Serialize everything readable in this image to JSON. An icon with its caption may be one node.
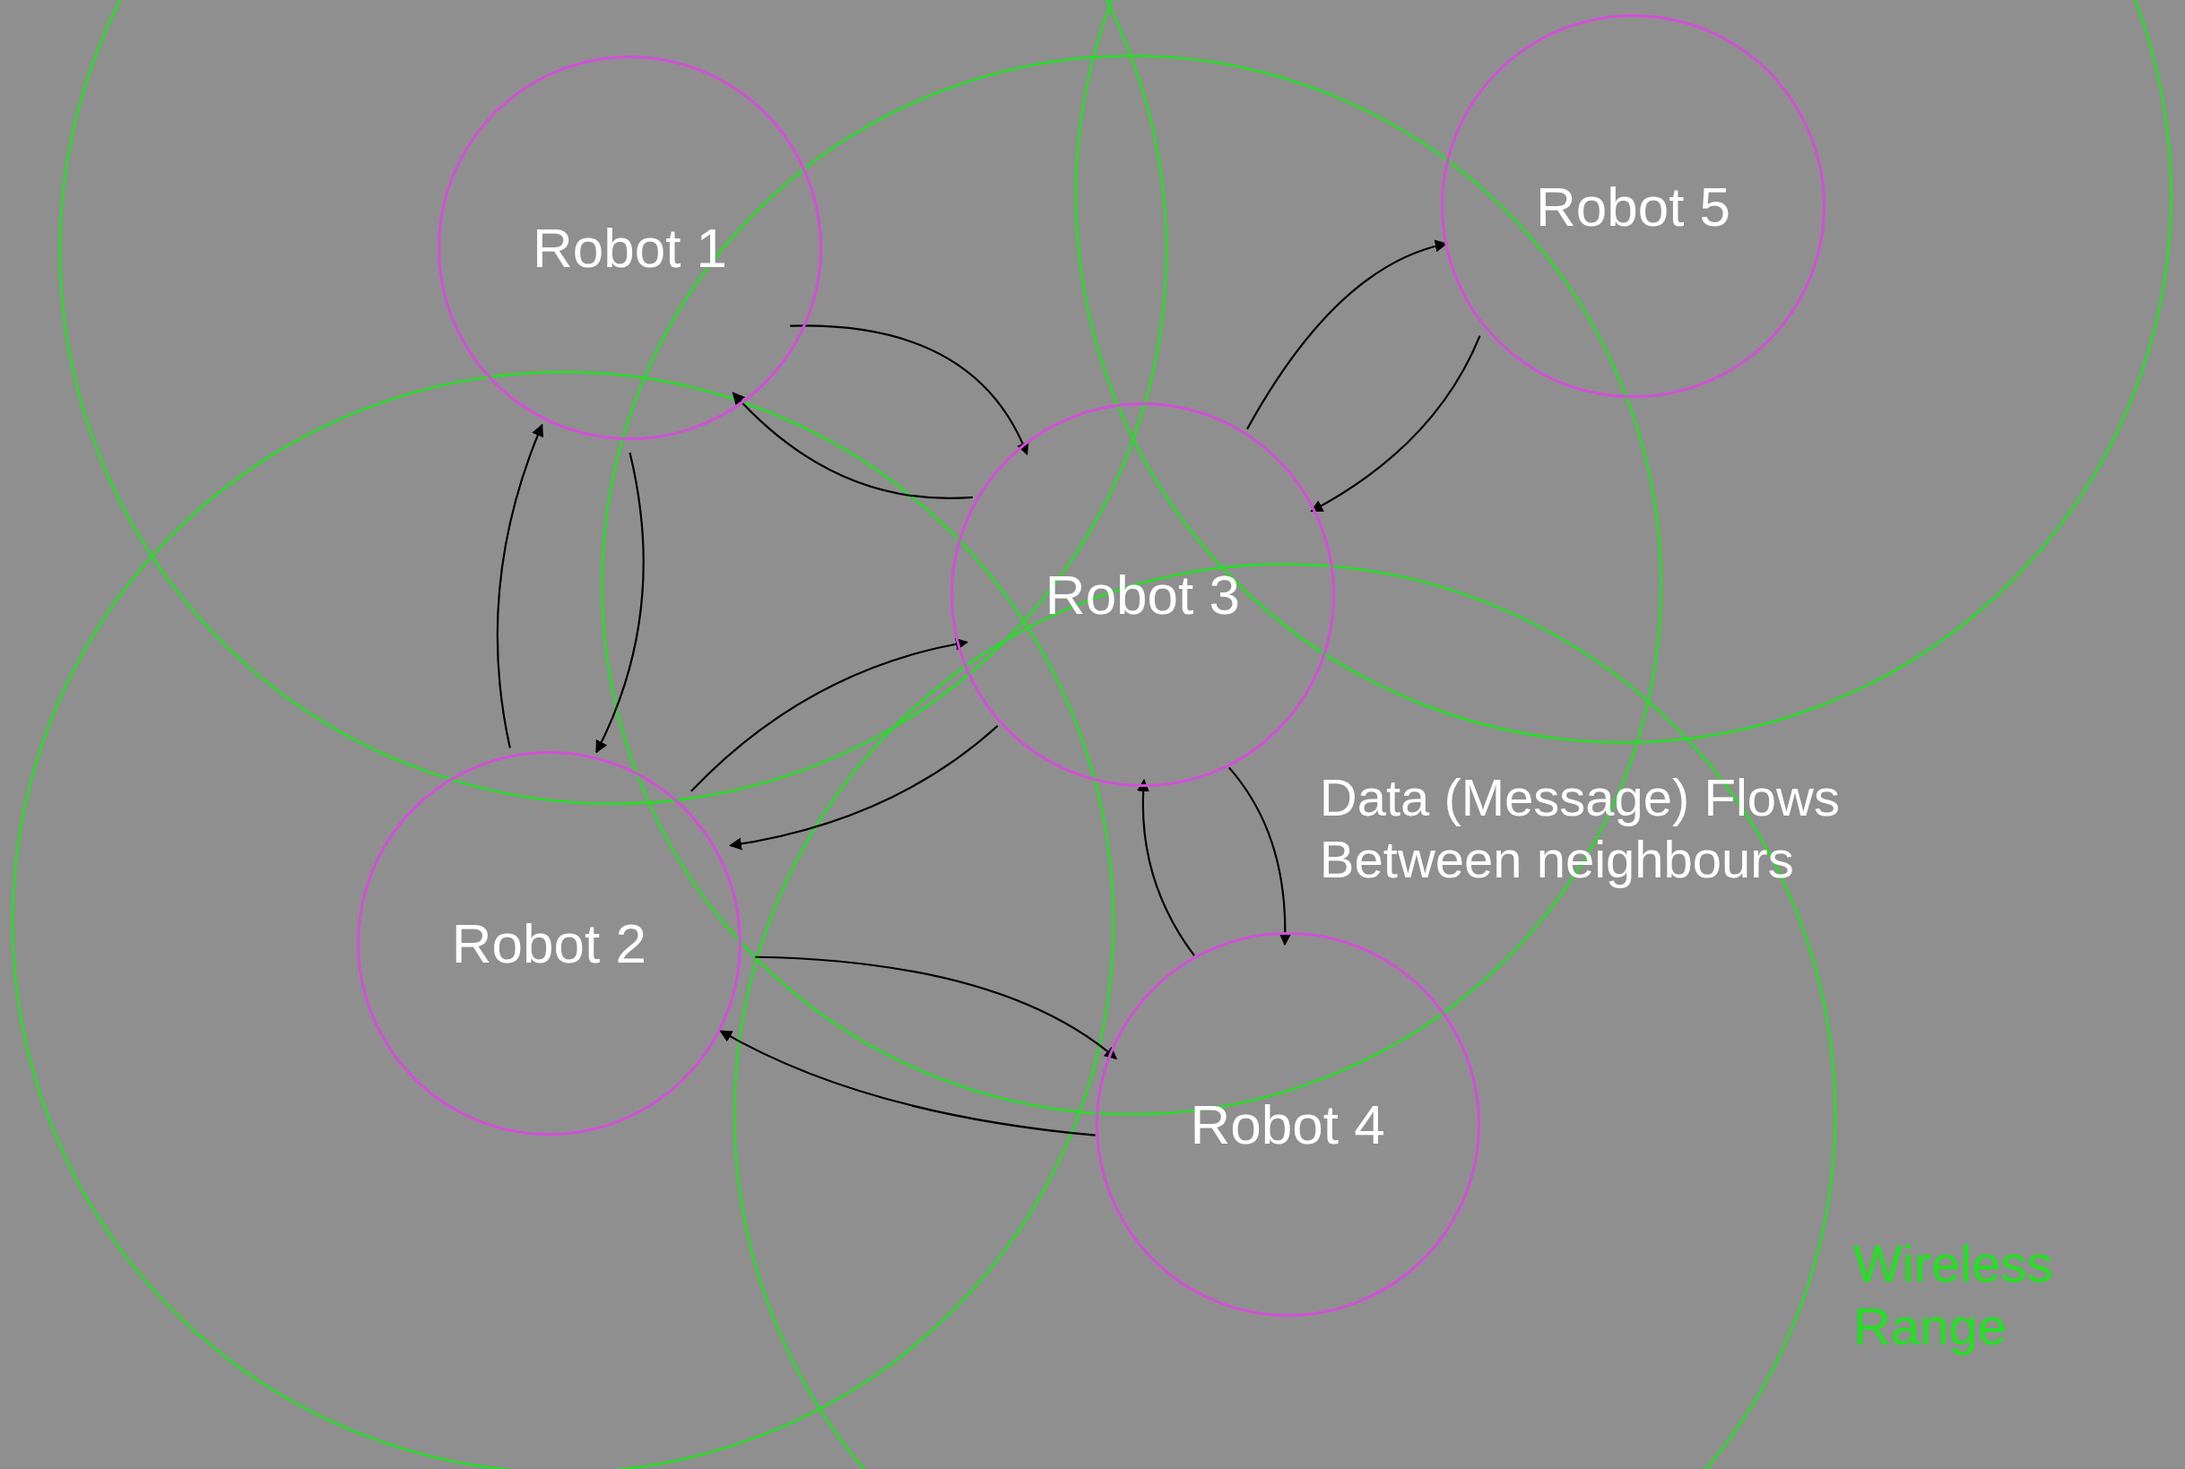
{
  "diagram": {
    "nodes": [
      {
        "text": [
          "Robot 1"
        ]
      },
      {
        "text": [
          "Robot 2"
        ]
      },
      {
        "text": [
          "Robot 3"
        ]
      },
      {
        "text": [
          "Robot 4"
        ]
      },
      {
        "text": [
          "Robot 5"
        ]
      }
    ],
    "edges": [
      {
        "from": 0,
        "to": 2,
        "arrow": "to"
      },
      {
        "from": 2,
        "to": 0,
        "arrow": "to"
      },
      {
        "from": 2,
        "to": 4,
        "arrow": "to"
      },
      {
        "from": 4,
        "to": 2,
        "arrow": "to"
      },
      {
        "from": 1,
        "to": 0,
        "arrow": "to"
      },
      {
        "from": 0,
        "to": 1,
        "arrow": "to"
      },
      {
        "from": 1,
        "to": 2,
        "arrow": "to"
      },
      {
        "from": 2,
        "to": 1,
        "arrow": "to"
      },
      {
        "from": 2,
        "to": 3,
        "arrow": "to"
      },
      {
        "from": 3,
        "to": 2,
        "arrow": "to"
      },
      {
        "from": 1,
        "to": 3,
        "arrow": "to"
      },
      {
        "from": 3,
        "to": 1,
        "arrow": "to"
      }
    ],
    "labels": [
      "Data (Message) Flows Between neighbours",
      "Wireless Range"
    ]
  }
}
